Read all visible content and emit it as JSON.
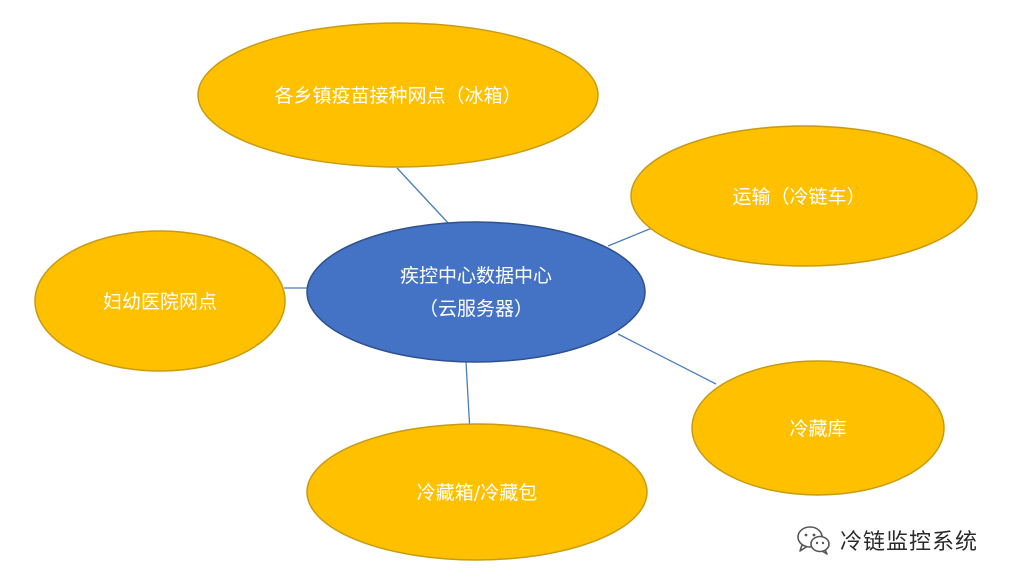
{
  "diagram": {
    "center": {
      "line1": "疾控中心数据中心",
      "line2": "（云服务器）"
    },
    "nodes": {
      "vaccination_points": "各乡镇疫苗接种网点（冰箱）",
      "transport": "运输（冷链车）",
      "maternity_hospital": "妇幼医院网点",
      "cold_storage": "冷藏库",
      "cold_boxes": "冷藏箱/冷藏包"
    }
  },
  "watermark": {
    "text": "冷链监控系统",
    "icon": "wechat-icon"
  },
  "colors": {
    "node_fill": "#ffc000",
    "node_stroke": "#c89b12",
    "center_fill": "#4472c4",
    "center_stroke": "#2f528f",
    "connector": "#4a7ebb",
    "label": "#ffffff"
  }
}
